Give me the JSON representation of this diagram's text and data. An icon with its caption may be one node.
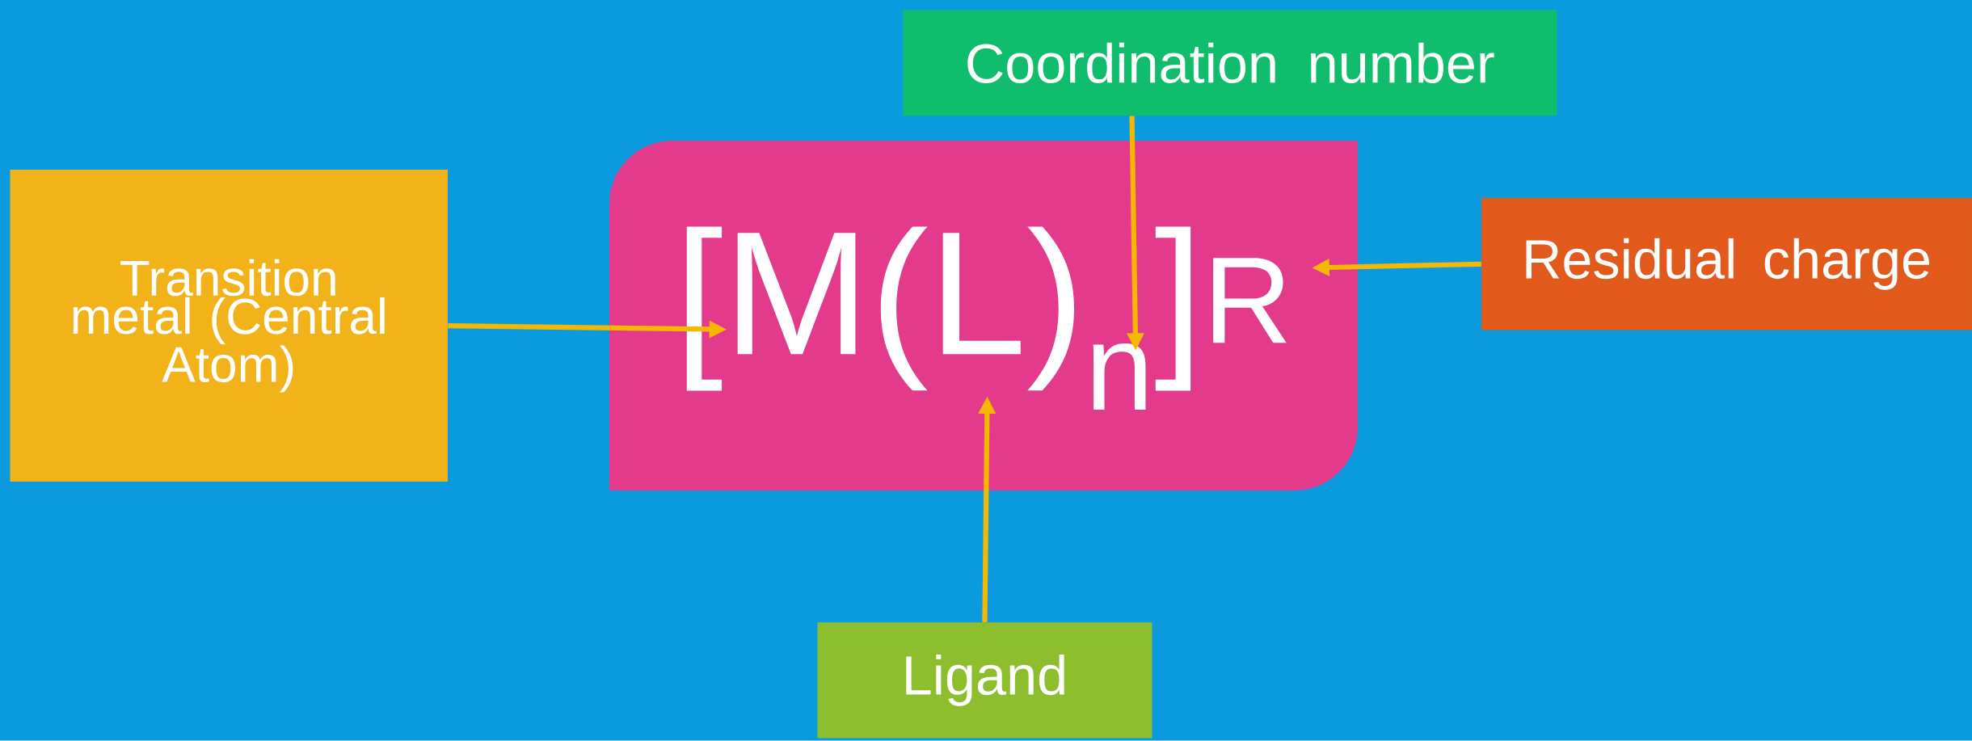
{
  "diagram": {
    "nodes": [
      {
        "text": [
          "Transition metal (Central Atom)"
        ]
      },
      {
        "text": [
          "[M(L)$_{n}$]$^{R}$"
        ]
      },
      {
        "text": [
          "Coordination number"
        ]
      },
      {
        "text": [
          "Residual charge"
        ]
      },
      {
        "text": [
          "Ligand"
        ]
      }
    ],
    "edges": [
      {
        "from": 0,
        "to": 1,
        "arrow": "to"
      },
      {
        "from": 2,
        "to": 1,
        "arrow": "to"
      },
      {
        "from": 3,
        "to": 1,
        "arrow": "to"
      },
      {
        "from": 4,
        "to": 1,
        "arrow": "to"
      }
    ]
  }
}
